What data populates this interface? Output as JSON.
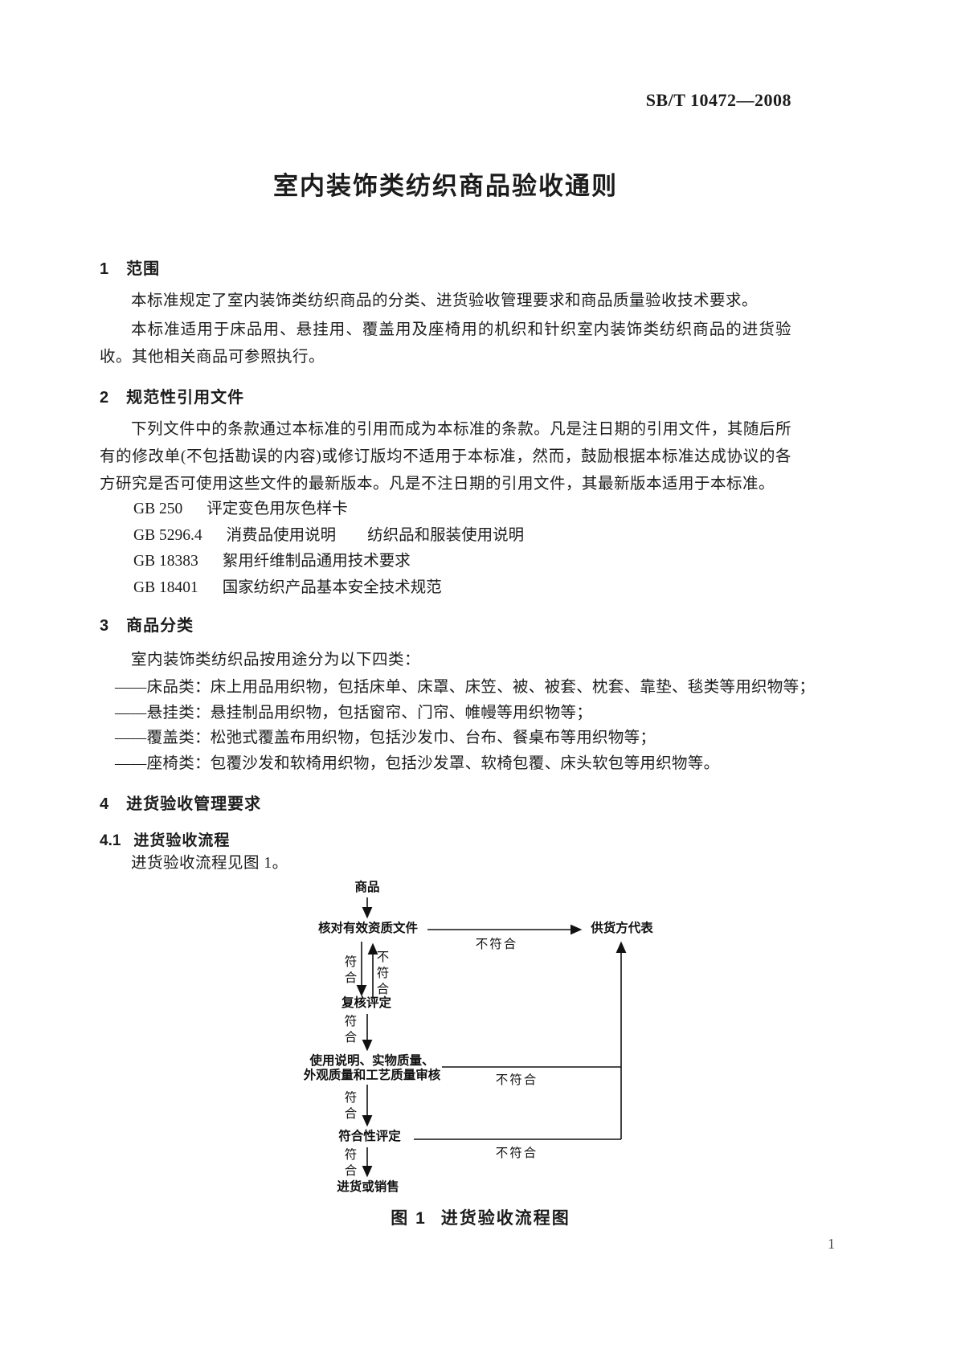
{
  "header": {
    "standard_code": "SB/T 10472—2008"
  },
  "title": "室内装饰类纺织商品验收通则",
  "section1": {
    "num": "1",
    "heading": "范围",
    "p1": "本标准规定了室内装饰类纺织商品的分类、进货验收管理要求和商品质量验收技术要求。",
    "p2": "本标准适用于床品用、悬挂用、覆盖用及座椅用的机织和针织室内装饰类纺织商品的进货验收。其他相关商品可参照执行。"
  },
  "section2": {
    "num": "2",
    "heading": "规范性引用文件",
    "p1": "下列文件中的条款通过本标准的引用而成为本标准的条款。凡是注日期的引用文件，其随后所有的修改单(不包括勘误的内容)或修订版均不适用于本标准，然而，鼓励根据本标准达成协议的各方研究是否可使用这些文件的最新版本。凡是不注日期的引用文件，其最新版本适用于本标准。",
    "refs": [
      {
        "code": "GB 250",
        "title": "评定变色用灰色样卡"
      },
      {
        "code": "GB 5296.4",
        "title": "消费品使用说明　　纺织品和服装使用说明"
      },
      {
        "code": "GB 18383",
        "title": "絮用纤维制品通用技术要求"
      },
      {
        "code": "GB 18401",
        "title": "国家纺织产品基本安全技术规范"
      }
    ]
  },
  "section3": {
    "num": "3",
    "heading": "商品分类",
    "intro": "室内装饰类纺织品按用途分为以下四类：",
    "items": [
      "——床品类：床上用品用织物，包括床单、床罩、床笠、被、被套、枕套、靠垫、毯类等用织物等；",
      "——悬挂类：悬挂制品用织物，包括窗帘、门帘、帷幔等用织物等；",
      "——覆盖类：松弛式覆盖布用织物，包括沙发巾、台布、餐桌布等用织物等；",
      "——座椅类：包覆沙发和软椅用织物，包括沙发罩、软椅包覆、床头软包等用织物等。"
    ]
  },
  "section4": {
    "num": "4",
    "heading": "进货验收管理要求",
    "sub41": {
      "num": "4.1",
      "heading": "进货验收流程",
      "p1": "进货验收流程见图 1。"
    }
  },
  "flowchart": {
    "nodes": {
      "start": "商品",
      "check_docs": "核对有效资质文件",
      "supplier": "供货方代表",
      "review": "复核评定",
      "audit_line1": "使用说明、实物质量、",
      "audit_line2": "外观质量和工艺质量审核",
      "conformity": "符合性评定",
      "purchase": "进货或销售"
    },
    "labels": {
      "pass": "符合",
      "fail": "不符合"
    },
    "caption": {
      "fig": "图 1",
      "text": "进货验收流程图"
    }
  },
  "footer": {
    "page_number": "1"
  }
}
